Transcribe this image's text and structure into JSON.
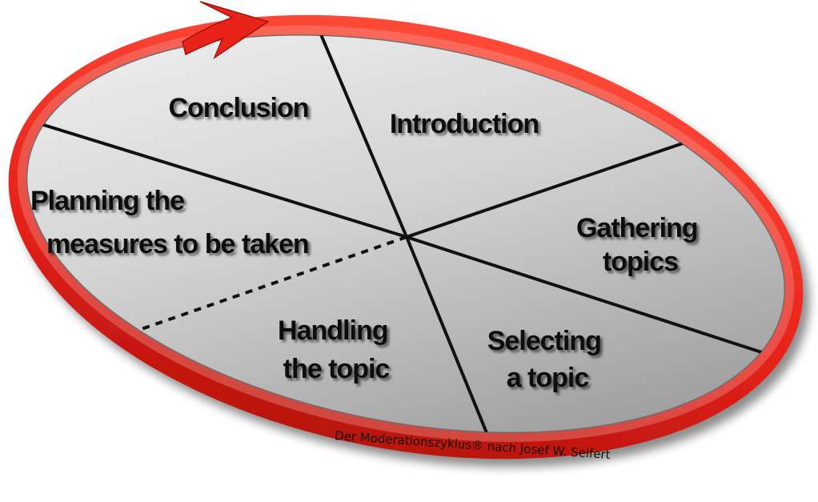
{
  "title": "",
  "segments": [
    {
      "label_lines": [
        "Introduction"
      ]
    },
    {
      "label_lines": [
        "Gathering",
        "topics"
      ]
    },
    {
      "label_lines": [
        "Selecting",
        "a topic"
      ]
    },
    {
      "label_lines": [
        "Handling",
        "the topic"
      ]
    },
    {
      "label_lines": [
        "Planning the",
        "measures to be taken"
      ]
    },
    {
      "label_lines": [
        "Conclusion"
      ]
    }
  ],
  "footer": "Der Moderationszyklus® nach Josef W. Seifert",
  "colors": {
    "ring": "#e8231a",
    "ring_dark": "#b8140e",
    "disc_light": "#f4f4f4",
    "disc_dark": "#9a9a9a",
    "divider": "#111111"
  },
  "icons": {
    "arrow": "clockwise-arrow-icon"
  }
}
